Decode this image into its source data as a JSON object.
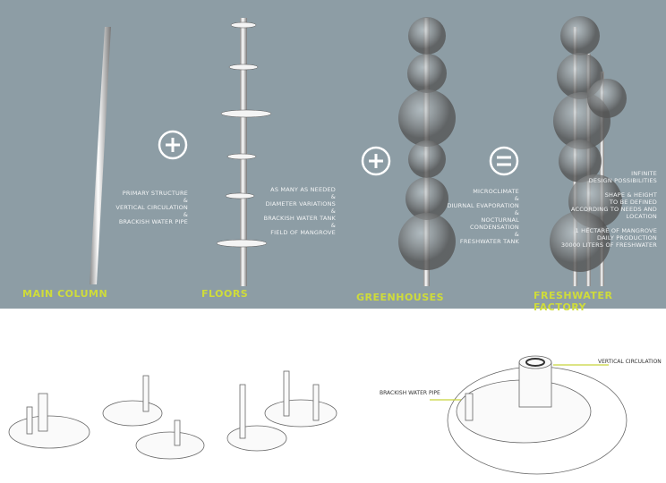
{
  "stages": [
    {
      "label": "MAIN COLUMN",
      "note": "PRIMARY STRUCTURE\n&\nVERTICAL CIRCULATION\n&\nBRACKISH WATER PIPE"
    },
    {
      "label": "FLOORS",
      "note": "AS MANY AS NEEDED\n&\nDIAMETER VARIATIONS\n&\nBRACKISH WATER TANK\n&\nFIELD OF MANGROVE"
    },
    {
      "label": "GREENHOUSES",
      "note": "MICROCLIMATE\n&\nDIURNAL EVAPORATION\n&\nNOCTURNAL CONDENSATION\n&\nFRESHWATER TANK"
    },
    {
      "label": "FRESHWATER FACTORY",
      "note": "INFINITE\nDESIGN POSSIBILITIES\n\nSHAPE & HEIGHT\nTO BE DEFINED\nACCORDING TO NEEDS AND LOCATION\n\n1 HECTARE OF MANGROVE\nDAILY PRODUCTION\n30000 LITERS OF FRESHWATER"
    }
  ],
  "callouts": {
    "vertical": "VERTICAL CIRCULATION",
    "pipe": "BRACKISH WATER PIPE"
  },
  "colors": {
    "background": "#8d9da5",
    "label": "#cfdc3a"
  }
}
